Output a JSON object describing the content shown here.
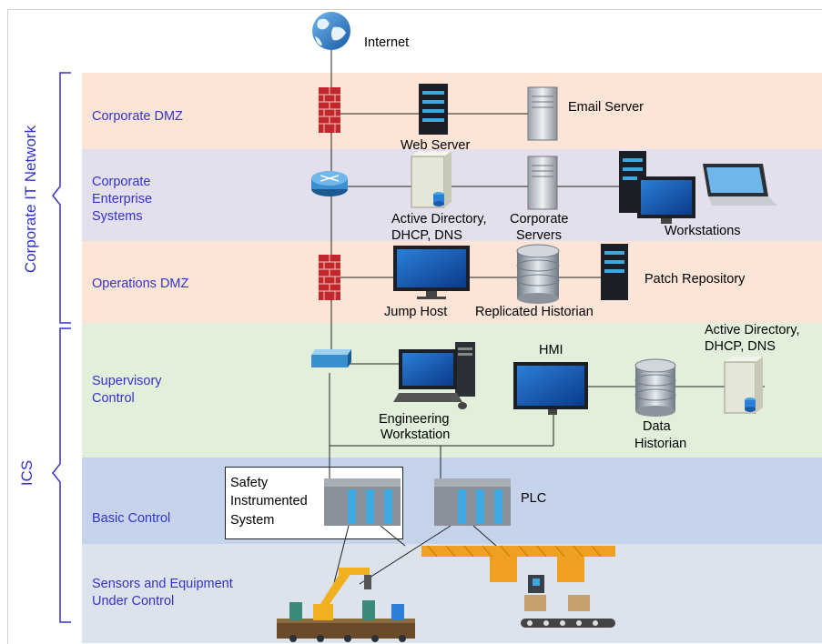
{
  "zones": {
    "corporate_dmz": "Corporate DMZ",
    "corporate_enterprise": [
      "Corporate",
      "Enterprise",
      "Systems"
    ],
    "operations_dmz": "Operations DMZ",
    "supervisory": [
      "Supervisory",
      "Control"
    ],
    "basic": "Basic Control",
    "sensors": [
      "Sensors and Equipment",
      "Under Control"
    ]
  },
  "groups": {
    "corporate_it": "Corporate IT Network",
    "ics": "ICS"
  },
  "nodes": {
    "internet": "Internet",
    "email_server": "Email Server",
    "web_server": "Web Server",
    "active_directory_corp": [
      "Active Directory,",
      "DHCP, DNS"
    ],
    "corporate_servers": [
      "Corporate",
      "Servers"
    ],
    "workstations": "Workstations",
    "jump_host": "Jump Host",
    "replicated_historian": "Replicated Historian",
    "patch_repository": "Patch Repository",
    "active_directory_ics": [
      "Active Directory,",
      "DHCP, DNS"
    ],
    "hmi": "HMI",
    "engineering_workstation": [
      "Engineering",
      "Workstation"
    ],
    "data_historian": [
      "Data",
      "Historian"
    ],
    "sis": [
      "Safety",
      "Instrumented",
      "System"
    ],
    "plc": "PLC"
  },
  "colors": {
    "corporate_dmz": "#fce4d6",
    "corporate_enterprise": "#e4dfec",
    "operations_dmz": "#fce4d6",
    "supervisory": "#e2efda",
    "basic": "#c5d4ea",
    "sensors": "#dce3ec",
    "label_blue": "#3333cc",
    "firewall_red": "#c0282d",
    "plc_blue": "#3da9e0"
  }
}
